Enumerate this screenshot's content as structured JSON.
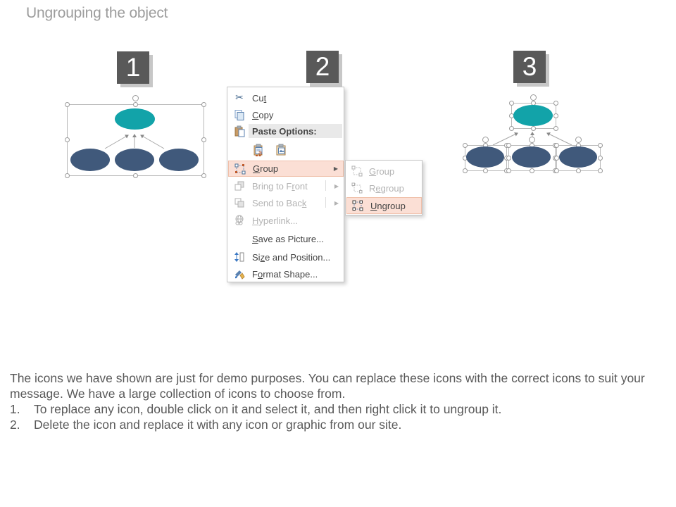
{
  "title": "Ungrouping the object",
  "badges": [
    "1",
    "2",
    "3"
  ],
  "context_menu": {
    "items": {
      "cut": {
        "pre": "Cu",
        "u": "t",
        "post": ""
      },
      "copy": {
        "pre": "",
        "u": "C",
        "post": "opy"
      },
      "paste_options": {
        "label": "Paste Options:"
      },
      "group": {
        "pre": "",
        "u": "G",
        "post": "roup"
      },
      "bring_to_front": {
        "pre": "Bring to F",
        "u": "r",
        "post": "ont"
      },
      "send_to_back": {
        "pre": "Send to Bac",
        "u": "k",
        "post": ""
      },
      "hyperlink": {
        "pre": "",
        "u": "H",
        "post": "yperlink..."
      },
      "save_as_picture": {
        "pre": "",
        "u": "S",
        "post": "ave as Picture..."
      },
      "size_and_position": {
        "pre": "Si",
        "u": "z",
        "post": "e and Position..."
      },
      "format_shape": {
        "pre": "F",
        "u": "o",
        "post": "rmat Shape..."
      }
    },
    "submenu": {
      "group": {
        "pre": "",
        "u": "G",
        "post": "roup"
      },
      "regroup": {
        "pre": "R",
        "u": "e",
        "post": "group"
      },
      "ungroup": {
        "pre": "",
        "u": "U",
        "post": "ngroup"
      }
    }
  },
  "notes": {
    "paragraph": "The icons we have shown are just for demo purposes. You can replace these icons with the correct icons to suit your message. We have a large collection of icons to choose from.",
    "list": [
      {
        "num": "1.",
        "text": "To replace any icon, double click on it and select it, and then right click it to ungroup it."
      },
      {
        "num": "2.",
        "text": "Delete the icon and replace it with any icon or graphic from our site."
      }
    ]
  },
  "colors": {
    "teal_shape": "#12a3a9",
    "navy_shape": "#40597b",
    "badge_bg": "#595959",
    "badge_shadow": "#c7c7c7",
    "title_text": "#9c9c9c",
    "menu_highlight_bg": "#fbdfd5",
    "menu_highlight_border": "#f0c0aa",
    "menu_text": "#444444",
    "menu_disabled_text": "#b3b3b3",
    "body_text": "#595959"
  }
}
